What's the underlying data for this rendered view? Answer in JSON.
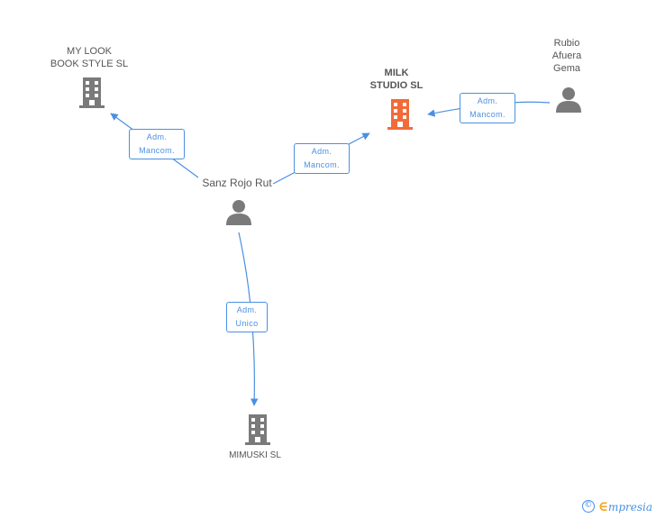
{
  "colors": {
    "edge": "#4a90e2",
    "company": "#7a7a7a",
    "company_focus": "#f26a3a",
    "person": "#7a7a7a",
    "label": "#555555"
  },
  "nodes": {
    "my_look": {
      "lines": [
        "MY LOOK",
        "BOOK STYLE SL"
      ],
      "icon": "building-icon"
    },
    "milk_studio": {
      "lines": [
        "MILK",
        "STUDIO SL"
      ],
      "icon": "building-icon"
    },
    "rubio": {
      "lines": [
        "Rubio",
        "Afuera",
        "Gema"
      ],
      "icon": "person-icon"
    },
    "sanz": {
      "lines": [
        "Sanz Rojo Rut"
      ],
      "icon": "person-icon"
    },
    "mimuski": {
      "lines": [
        "MIMUSKI SL"
      ],
      "icon": "building-icon"
    }
  },
  "edges": {
    "sanz_my_look": {
      "lines": [
        "Adm.",
        "Mancom."
      ]
    },
    "sanz_milk": {
      "lines": [
        "Adm.",
        "Mancom."
      ]
    },
    "rubio_milk": {
      "lines": [
        "Adm.",
        "Mancom."
      ]
    },
    "sanz_mimuski": {
      "lines": [
        "Adm.",
        "Unico"
      ]
    }
  },
  "footer": {
    "copyright_symbol": "©",
    "brand_initial": "∈",
    "brand_rest": "mpresia"
  }
}
